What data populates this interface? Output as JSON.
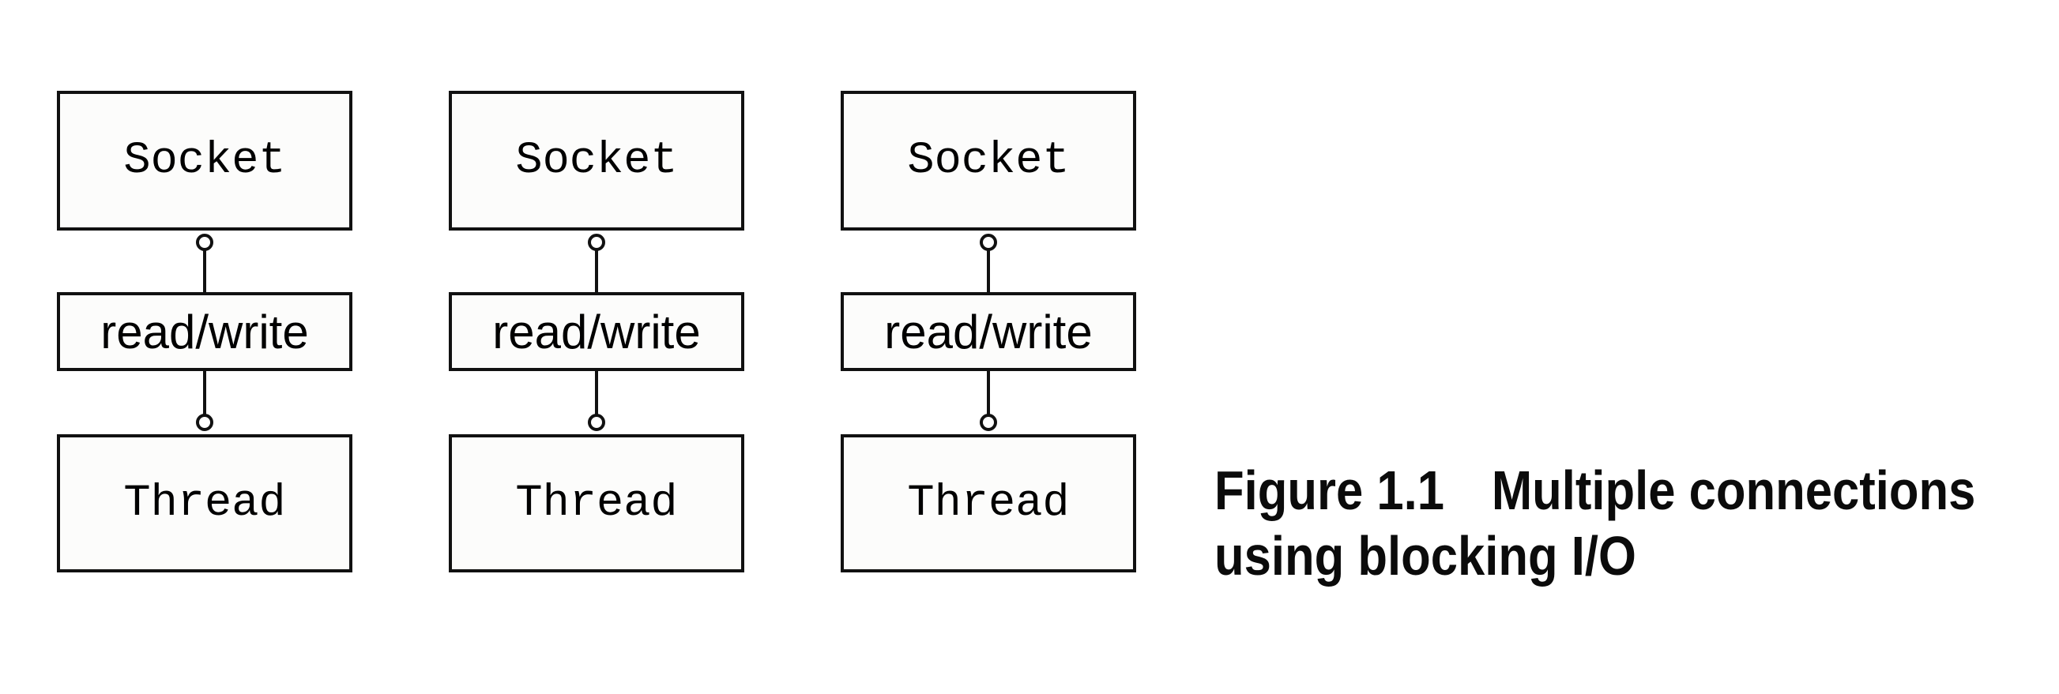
{
  "figure": {
    "caption": {
      "label": "Figure 1.1",
      "title": "Multiple connections",
      "line2": "using blocking I/O",
      "full_text": "Figure 1.1 Multiple connections using blocking I/O"
    },
    "columns": [
      {
        "socket": "Socket",
        "readwrite": "read/write",
        "thread": "Thread"
      },
      {
        "socket": "Socket",
        "readwrite": "read/write",
        "thread": "Thread"
      },
      {
        "socket": "Socket",
        "readwrite": "read/write",
        "thread": "Thread"
      }
    ],
    "icons": {
      "connection_point": "open-circle"
    },
    "colors": {
      "background": "#ffffff",
      "box_fill": "#fcfcfb",
      "stroke": "#111111",
      "text": "#000000",
      "caption_text": "#0b0b0b"
    }
  }
}
